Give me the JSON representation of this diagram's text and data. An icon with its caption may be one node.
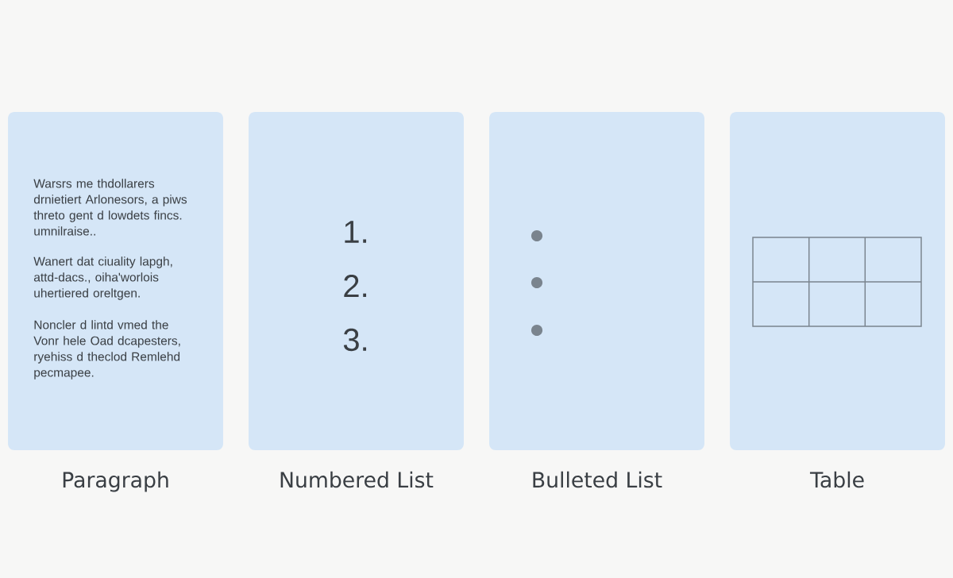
{
  "diagram": {
    "nodes": [
      {
        "text": [
          "Warsrs me thdollarers drnietiert Arlonesors, a piws threto gent d lowdets fincs. umnilraise..",
          "Wanert dat ciuality lapgh, attd-dacs., oiha'worlois uhertiered oreltgen.",
          "Noncler d lintd vmed the Vonr hele Oad dcapesters, ryehiss d theclod Remlehd pecmapee."
        ],
        "beside": [
          "Paragraph"
        ]
      },
      {
        "text": [
          "1.",
          "2.",
          "3."
        ],
        "beside": [
          "Numbered List"
        ]
      },
      {
        "text": [],
        "shape": "box",
        "beside": [
          "Bulleted List"
        ]
      },
      {
        "text": [],
        "shape": "box",
        "beside": [
          "Table"
        ]
      }
    ]
  }
}
